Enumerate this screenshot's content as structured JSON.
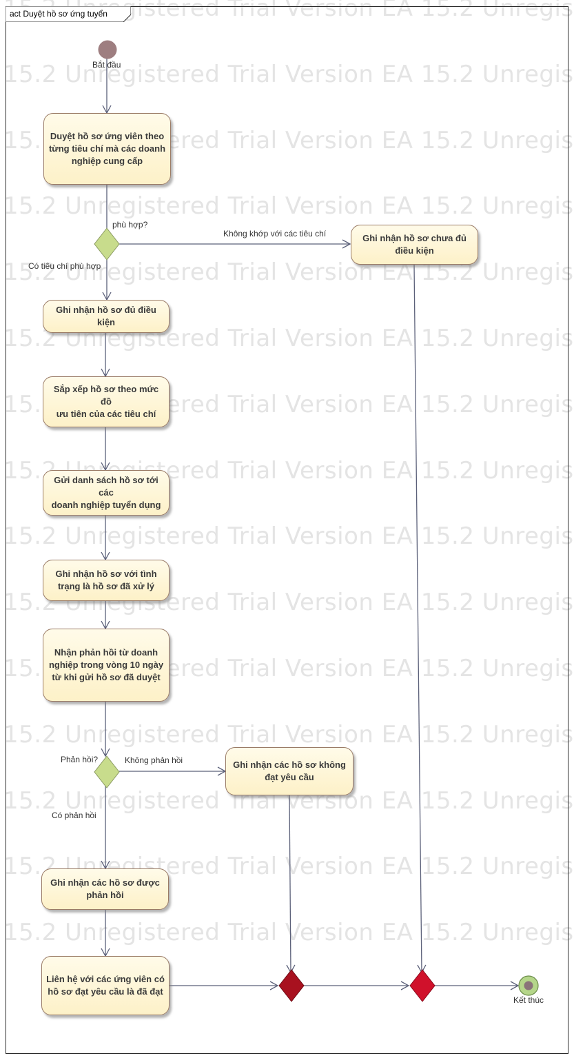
{
  "diagram": {
    "title": "act Duyệt hồ sơ ứng tuyển",
    "watermark": "15.2 Unregistered Trial Version   EA 15.2 Unregistered",
    "initial_label": "Bắt đầu",
    "final_label": "Kết thúc",
    "actions": {
      "review": "Duyệt hồ sơ ứng viên theo\ntừng tiêu chí mà các doanh\nnghiệp cung cấp",
      "record_ineligible": "Ghi nhận hồ sơ chưa đủ\nđiều kiện",
      "record_eligible": "Ghi nhận hồ sơ đủ điều kiện",
      "sort": "Sắp xếp hồ sơ theo mức đồ\nưu tiên của các tiêu chí",
      "send": "Gửi danh sách hồ sơ tới các\ndoanh nghiệp tuyển dụng",
      "record_processed": "Ghi nhận hồ sơ với tình\ntrạng là hồ sơ đã xử lý",
      "receive_feedback": "Nhận phản hồi từ doanh\nnghiệp trong vòng 10 ngày\ntừ khi gửi hồ sơ đã duyệt",
      "record_failed": "Ghi nhận các hồ sơ không\nđạt yêu cầu",
      "record_feedback": "Ghi nhận các hồ sơ được\nphản hồi",
      "contact": "Liên hệ với các ứng viên có\nhồ sơ đạt yêu cầu là đã đạt"
    },
    "guards": {
      "suitable_question": "phù hợp?",
      "mismatch": "Không khớp với các tiêu chí",
      "has_criteria": "Có tiêu chí phù hợp",
      "feedback_question": "Phản hồi?",
      "no_feedback": "Không phản hồi",
      "has_feedback": "Có phản hồi"
    },
    "colors": {
      "decision_fill": "#c8dc8c",
      "merge_fill": "#d0112b",
      "action_border": "#9a7b66",
      "edge": "#5b6079",
      "initial": "#9e7e80",
      "final_fill": "#b5d68a"
    }
  }
}
